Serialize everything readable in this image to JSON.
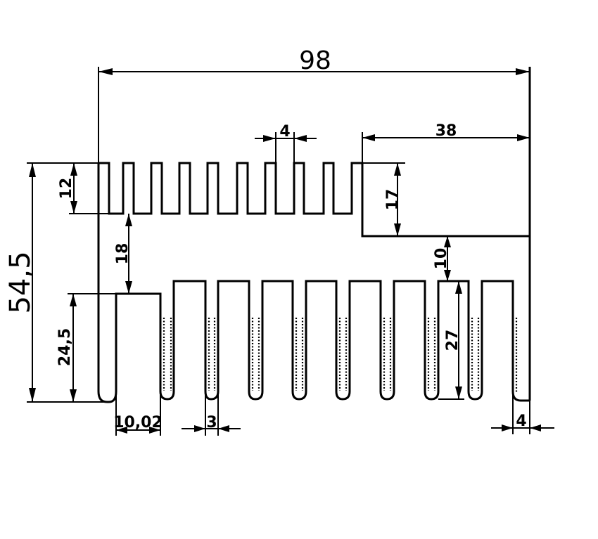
{
  "dimensions": {
    "overall_width": "98",
    "overall_height": "54,5",
    "right_block_width": "38",
    "top_fin_width": "4",
    "top_fin_height": "12",
    "right_block_height": "17",
    "gap_height": "18",
    "right_gap": "10",
    "lower_block_height": "24,5",
    "lower_fin_height": "27",
    "lower_block_width": "10,02",
    "lower_slot_width": "3",
    "end_wall_width": "4"
  }
}
